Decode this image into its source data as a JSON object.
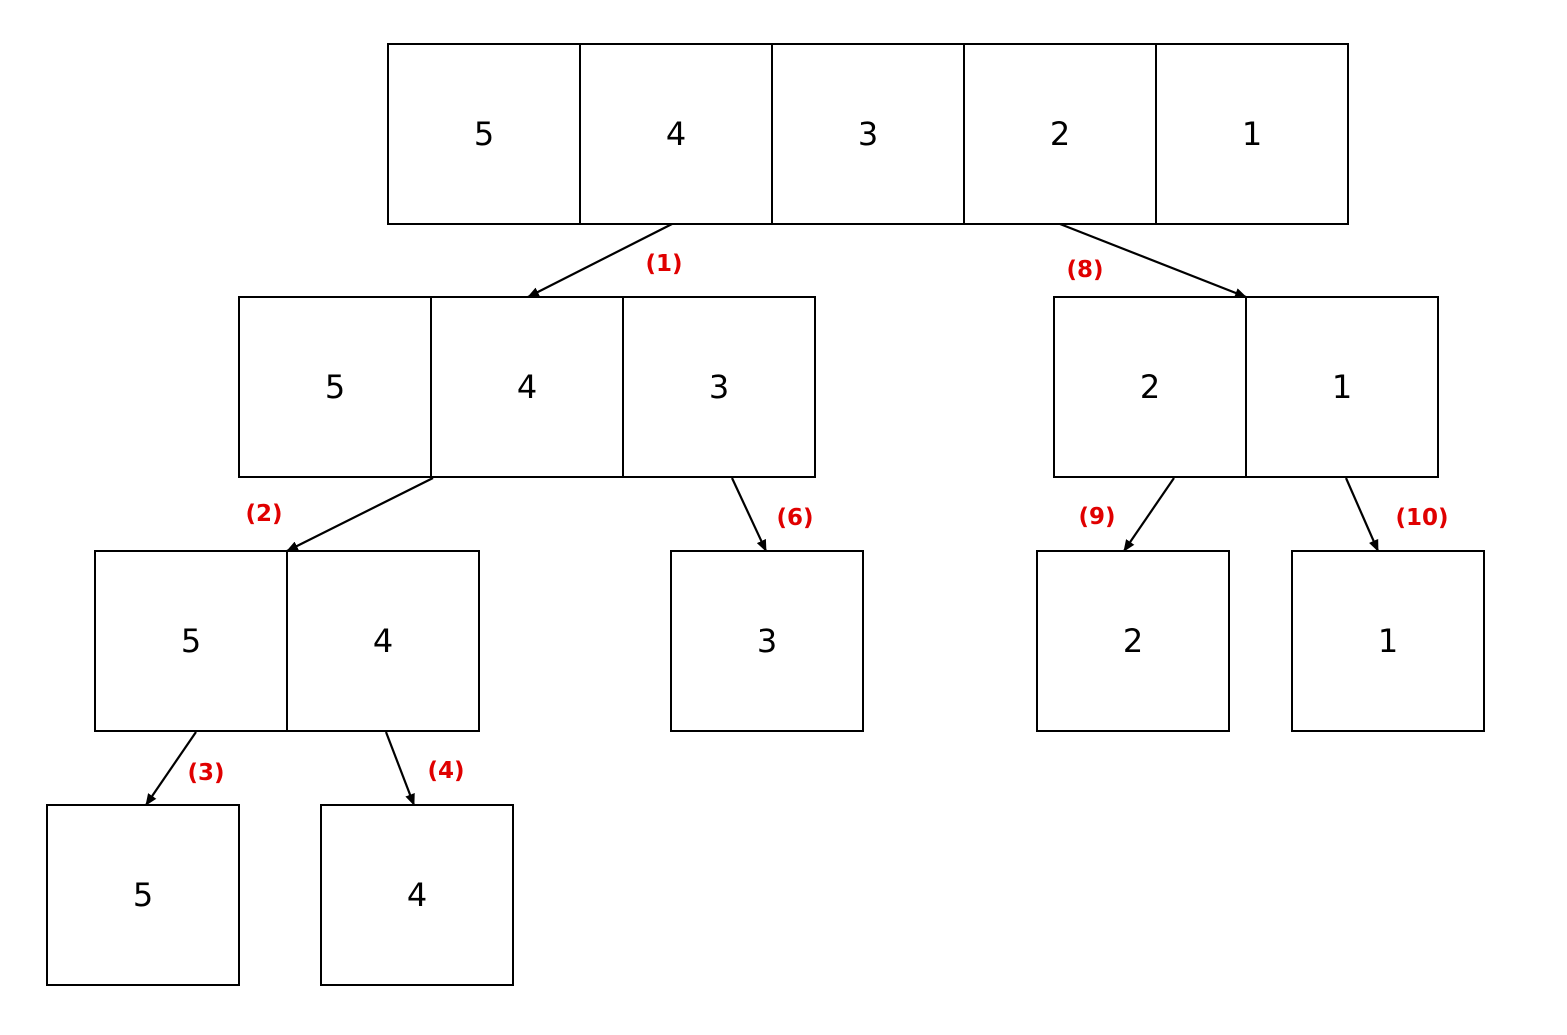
{
  "colors": {
    "box_stroke": "#000000",
    "step_label": "#e00000",
    "background": "#ffffff"
  },
  "nodes": [
    {
      "id": "n1",
      "values": [
        "5",
        "4",
        "3",
        "2",
        "1"
      ]
    },
    {
      "id": "n2",
      "values": [
        "5",
        "4",
        "3"
      ]
    },
    {
      "id": "n3",
      "values": [
        "2",
        "1"
      ]
    },
    {
      "id": "n4",
      "values": [
        "5",
        "4"
      ]
    },
    {
      "id": "n5",
      "values": [
        "3"
      ]
    },
    {
      "id": "n6",
      "values": [
        "2"
      ]
    },
    {
      "id": "n7",
      "values": [
        "1"
      ]
    },
    {
      "id": "n8",
      "values": [
        "5"
      ]
    },
    {
      "id": "n9",
      "values": [
        "4"
      ]
    }
  ],
  "edges": [
    {
      "from": "n1",
      "to": "n2",
      "label": "(1)"
    },
    {
      "from": "n2",
      "to": "n4",
      "label": "(2)"
    },
    {
      "from": "n4",
      "to": "n8",
      "label": "(3)"
    },
    {
      "from": "n4",
      "to": "n9",
      "label": "(4)"
    },
    {
      "from": "n2",
      "to": "n5",
      "label": "(6)"
    },
    {
      "from": "n1",
      "to": "n3",
      "label": "(8)"
    },
    {
      "from": "n3",
      "to": "n6",
      "label": "(9)"
    },
    {
      "from": "n3",
      "to": "n7",
      "label": "(10)"
    }
  ]
}
